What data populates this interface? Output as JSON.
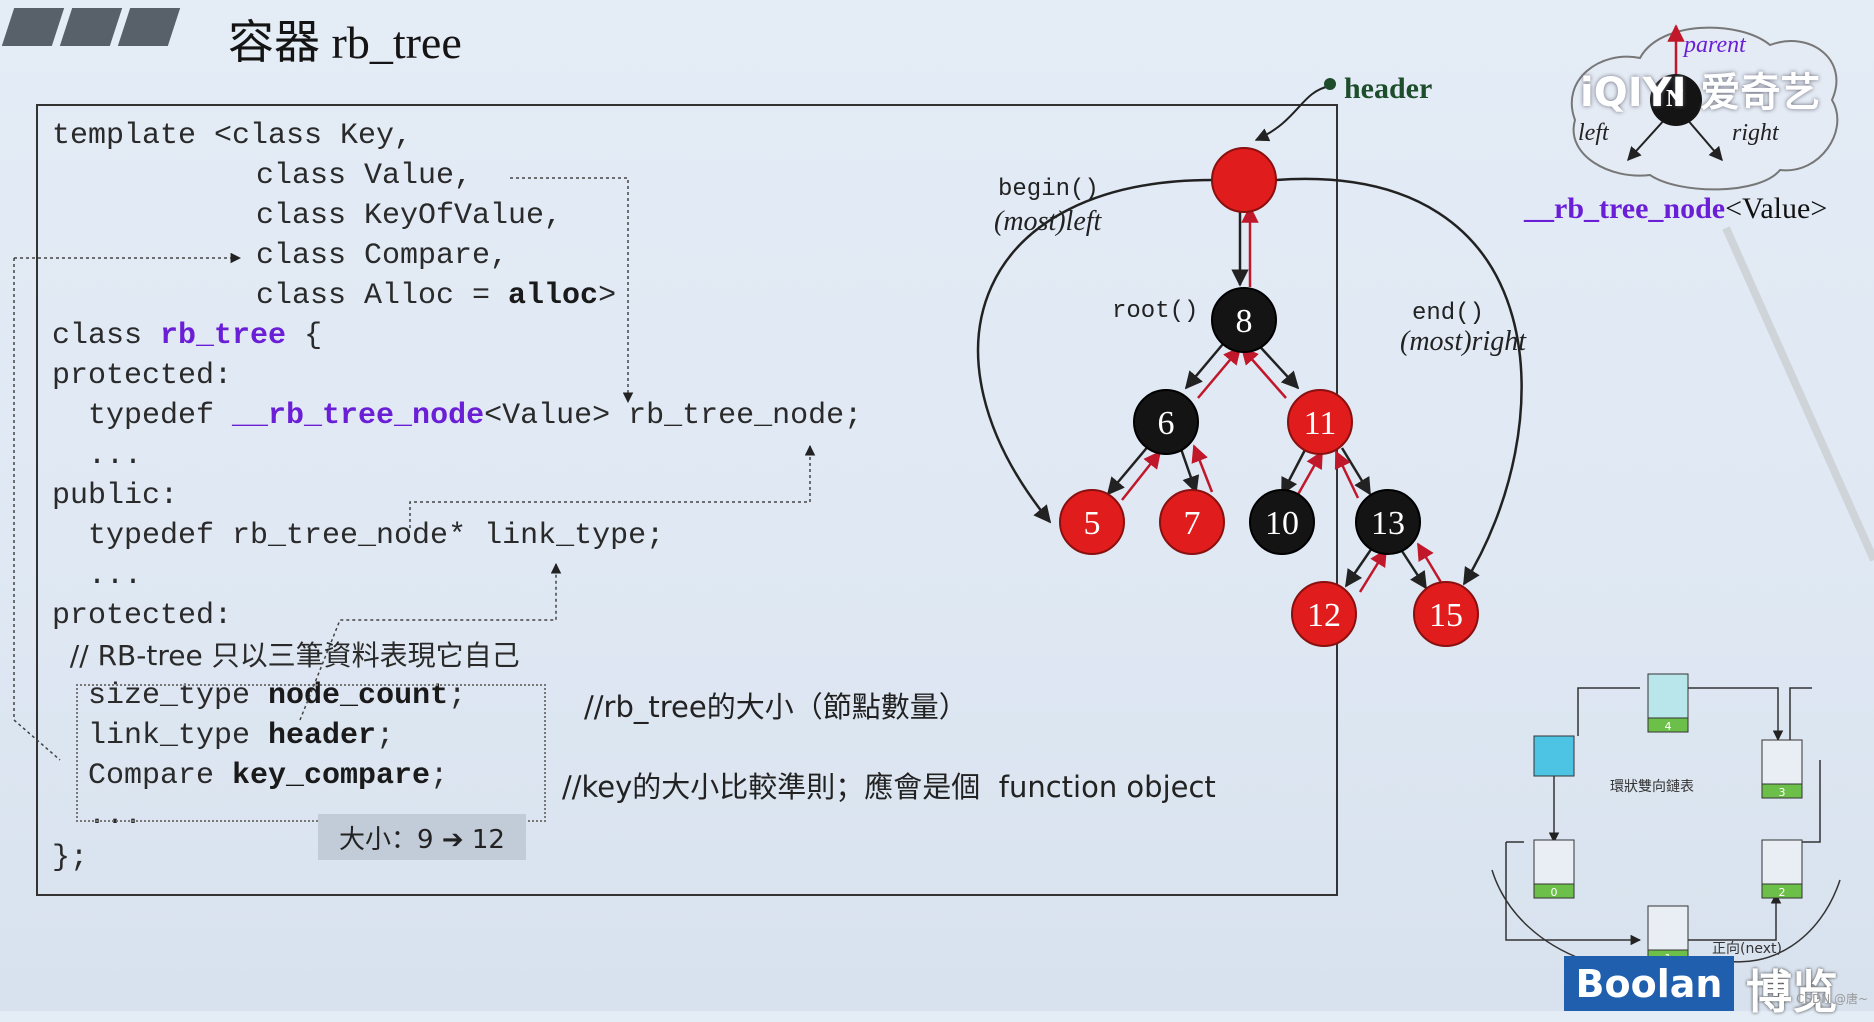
{
  "title": "容器 rb_tree",
  "code": {
    "line1": "template <class Key,",
    "line2": "class Value,",
    "line3": "class KeyOfValue,",
    "line4": "class Compare,",
    "line5_a": "class Alloc = ",
    "line5_b": "alloc",
    "line5_c": ">",
    "line6_a": "class ",
    "line6_b": "rb_tree",
    "line6_c": " {",
    "line7": "protected:",
    "line8_a": "  typedef ",
    "line8_b": "__rb_tree_node",
    "line8_c": "<Value> rb_tree_node;",
    "line9": "  ...",
    "line10": "public:",
    "line11": "  typedef rb_tree_node* link_type;",
    "line12": "  ...",
    "line13": "protected:",
    "line14": "  // RB-tree 只以三筆資料表現它自己",
    "line15_a": "  size_type ",
    "line15_b": "node_count",
    "line15_c": ";",
    "line16_a": "  link_type ",
    "line16_b": "header",
    "line16_c": ";",
    "line17_a": "  Compare ",
    "line17_b": "key_compare",
    "line17_c": ";",
    "line18": "  ...",
    "line19": "};",
    "comment1": "//rb_tree的大小（節點數量）",
    "comment2": "//key的大小比較準則；應會是個  function object"
  },
  "size_badge": "大小：9 ➔ 12",
  "tree": {
    "header_label": "header",
    "begin_label": "begin()",
    "begin_sub": "(most)left",
    "root_label": "root()",
    "end_label": "end()",
    "end_sub": "(most)right",
    "nodes": [
      {
        "key": "8",
        "color": "black"
      },
      {
        "key": "6",
        "color": "black"
      },
      {
        "key": "11",
        "color": "red"
      },
      {
        "key": "5",
        "color": "red"
      },
      {
        "key": "7",
        "color": "red"
      },
      {
        "key": "10",
        "color": "black"
      },
      {
        "key": "13",
        "color": "black"
      },
      {
        "key": "12",
        "color": "red"
      },
      {
        "key": "15",
        "color": "red"
      }
    ]
  },
  "node_diagram": {
    "parent": "parent",
    "left": "left",
    "right": "right",
    "node_letter": "N",
    "type_a": "__rb_tree_node",
    "type_b": "<Value>"
  },
  "ring_list": {
    "center_label": "環狀雙向鏈表",
    "next_label": "正向(next)",
    "indices": [
      "4",
      "3",
      "2",
      "1",
      "0"
    ]
  },
  "watermarks": {
    "iqiyi": "iQIYI 爱奇艺",
    "boolan": "Boolan",
    "boolan_cn": "博览",
    "csdn": "CSDN @唐~"
  },
  "colors": {
    "red": "#e01c1c",
    "black": "#141414",
    "purple": "#6a1fd6",
    "header_green": "#1e4d2b"
  }
}
